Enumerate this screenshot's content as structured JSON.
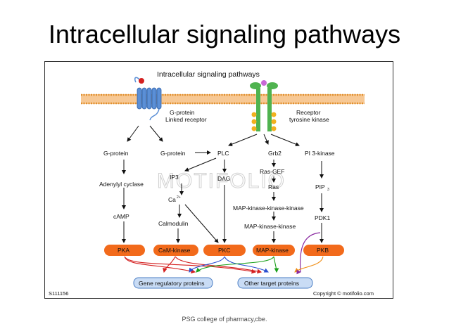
{
  "slide": {
    "title": "Intracellular signaling pathways",
    "footer": "PSG college of pharmacy,cbe."
  },
  "figure": {
    "title": "Intracellular signaling pathways",
    "watermark": "MOTIFOLIO",
    "figure_id": "S111156",
    "copyright": "Copyright © motifolio.com",
    "receptors": {
      "gpcr_line1": "G-protein",
      "gpcr_line2": "Linked receptor",
      "rtk_line1": "Receptor",
      "rtk_line2": "tyrosine kinase"
    },
    "nodes": {
      "gprotein_left": "G-protein",
      "gprotein_mid": "G-protein",
      "plc": "PLC",
      "grb2": "Grb2",
      "pi3k": "PI 3-kinase",
      "adenylyl": "Adenylyl cyclase",
      "ip3": "IP3",
      "dag": "DAG",
      "rasgef": "Ras-GEF",
      "ras": "Ras",
      "pip3": "PIP",
      "pip3_sub": "3",
      "ca": "Ca",
      "ca_sup": "2+",
      "mapkkk": "MAP-kinase-kinase-kinase",
      "camp": "cAMP",
      "pdk1": "PDK1",
      "calmodulin": "Calmodulin",
      "mapkk": "MAP-kinase-kinase"
    },
    "kinases": [
      "PKA",
      "CaM-kinase",
      "PKC",
      "MAP-kinase",
      "PKB"
    ],
    "targets": {
      "gene": "Gene regulatory proteins",
      "other": "Other target proteins"
    },
    "colors": {
      "kinase_fill": "#f26a1b",
      "target_fill": "#c9dcf5",
      "target_stroke": "#4a7dc4",
      "membrane": "#f2a95c",
      "gpcr": "#5b8fd6",
      "rtk": "#4fb34f",
      "rtk_domain": "#f2b01e",
      "red_arrow": "#d42020",
      "green_arrow": "#1aa01a",
      "blue_arrow": "#2a4fd0",
      "purple_arrow": "#8a2aa0",
      "orange_arrow": "#f0901a"
    }
  }
}
